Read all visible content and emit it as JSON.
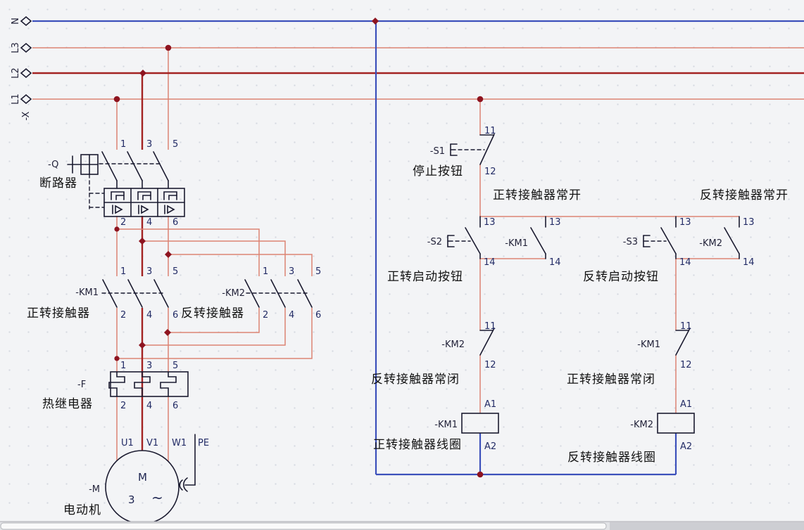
{
  "rails": {
    "n": "N",
    "l3": "L3",
    "l2": "L2",
    "l1": "L1",
    "x": "-X"
  },
  "breaker": {
    "ref": "-Q",
    "name": "断路器",
    "t_in": [
      "1",
      "3",
      "5"
    ],
    "t_out": [
      "2",
      "4",
      "6"
    ]
  },
  "km1m": {
    "ref": "-KM1",
    "name": "正转接触器",
    "t_in": [
      "1",
      "3",
      "5"
    ],
    "t_out": [
      "2",
      "4",
      "6"
    ]
  },
  "km2m": {
    "ref": "-KM2",
    "name": "反转接触器",
    "t_in": [
      "1",
      "3",
      "5"
    ],
    "t_out": [
      "2",
      "4",
      "6"
    ]
  },
  "thermal": {
    "ref": "-F",
    "name": "热继电器",
    "t_in": [
      "1",
      "3",
      "5"
    ],
    "t_out": [
      "2",
      "4",
      "6"
    ]
  },
  "motor": {
    "ref": "-M",
    "name": "电动机",
    "m": "M",
    "n": "3",
    "wave": "~",
    "u1": "U1",
    "v1": "V1",
    "w1": "W1",
    "pe": "PE"
  },
  "ctrl": {
    "s1": {
      "ref": "-S1",
      "name": "停止按钮",
      "a": "11",
      "b": "12"
    },
    "s2": {
      "ref": "-S2",
      "name": "正转启动按钮",
      "a": "13",
      "b": "14"
    },
    "km1no": {
      "ref": "-KM1",
      "label": "正转接触器常开",
      "a": "13",
      "b": "14"
    },
    "s3": {
      "ref": "-S3",
      "name": "反转启动按钮",
      "a": "13",
      "b": "14"
    },
    "km2no": {
      "ref": "-KM2",
      "label": "反转接触器常开",
      "a": "13",
      "b": "14"
    },
    "km2nc": {
      "ref": "-KM2",
      "label": "反转接触器常闭",
      "a": "11",
      "b": "12"
    },
    "km1nc": {
      "ref": "-KM1",
      "label": "正转接触器常闭",
      "a": "11",
      "b": "12"
    },
    "km1coil": {
      "ref": "-KM1",
      "label": "正转接触器线圈",
      "a": "A1",
      "b": "A2"
    },
    "km2coil": {
      "ref": "-KM2",
      "label": "反转接触器线圈",
      "a": "A1",
      "b": "A2"
    }
  },
  "colors": {
    "wire_red": "#dd8373",
    "wire_dark": "#a32222",
    "wire_blue": "#3c50bb",
    "symbol": "#1b1b30",
    "junction": "#8e1420"
  }
}
